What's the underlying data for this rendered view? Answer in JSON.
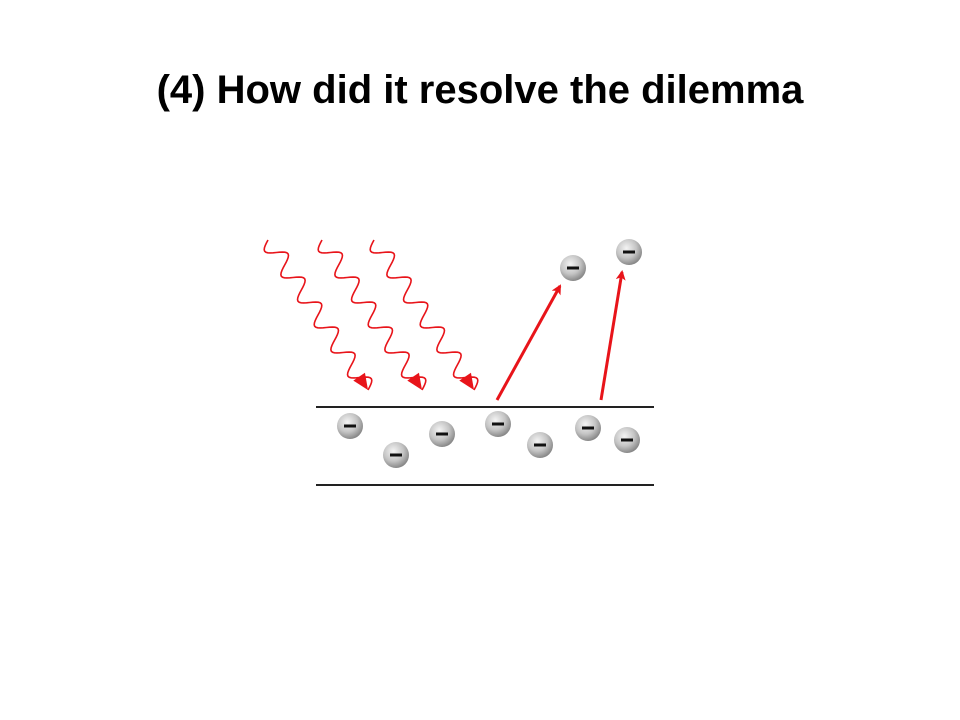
{
  "slide": {
    "title": "(4) How did it resolve the dilemma"
  },
  "diagram": {
    "electron_label": "−",
    "colors": {
      "photon_wave": "#e8141a",
      "arrow": "#e8141a",
      "plate_line": "#222222",
      "electron_fill_light": "#e9e9e9",
      "electron_fill_dark": "#8a8a8a",
      "electron_sign": "#111111"
    },
    "incoming_photon_count": 3,
    "ejected_electron_count": 2,
    "embedded_electron_count": 7
  }
}
